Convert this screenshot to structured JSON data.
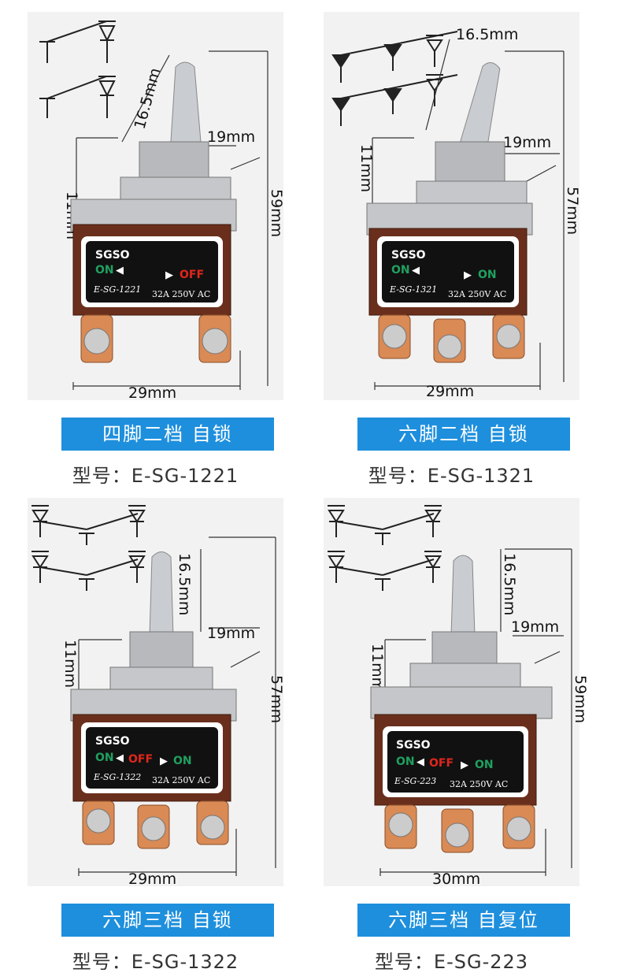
{
  "products": [
    {
      "name": "四脚二档  自锁",
      "model": "型号：E-SG-1221",
      "dims": {
        "lever": "16.5mm",
        "bushing": "11mm",
        "nut": "19mm",
        "height": "59mm",
        "width": "29mm"
      },
      "plate": {
        "brand": "SGSO",
        "left": "ON",
        "right": "OFF",
        "model": "E-SG-1221",
        "rating": "32A 250V AC"
      }
    },
    {
      "name": "六脚二档  自锁",
      "model": "型号：E-SG-1321",
      "dims": {
        "lever": "16.5mm",
        "bushing": "11mm",
        "nut": "19mm",
        "height": "57mm",
        "width": "29mm"
      },
      "plate": {
        "brand": "SGSO",
        "left": "ON",
        "right": "ON",
        "model": "E-SG-1321",
        "rating": "32A 250V AC"
      }
    },
    {
      "name": "六脚三档  自锁",
      "model": "型号：E-SG-1322",
      "dims": {
        "lever": "16.5mm",
        "bushing": "11mm",
        "nut": "19mm",
        "height": "57mm",
        "width": "29mm"
      },
      "plate": {
        "brand": "SGSO",
        "left": "ON",
        "mid": "OFF",
        "right": "ON",
        "model": "E-SG-1322",
        "rating": "32A 250V AC"
      }
    },
    {
      "name": "六脚三档  自复位",
      "model": "型号：E-SG-223",
      "dims": {
        "lever": "16.5mm",
        "bushing": "11mm",
        "nut": "19mm",
        "height": "59mm",
        "width": "30mm"
      },
      "plate": {
        "brand": "SGSO",
        "left": "ON",
        "mid": "OFF",
        "right": "ON",
        "model": "E-SG-223",
        "rating": "32A 250V AC"
      }
    }
  ],
  "colors": {
    "label_bg": "#1e8fdd",
    "on_green": "#1fa060",
    "off_red": "#e0261c",
    "body_brown": "#6a2f1c",
    "copper": "#d98a55"
  }
}
